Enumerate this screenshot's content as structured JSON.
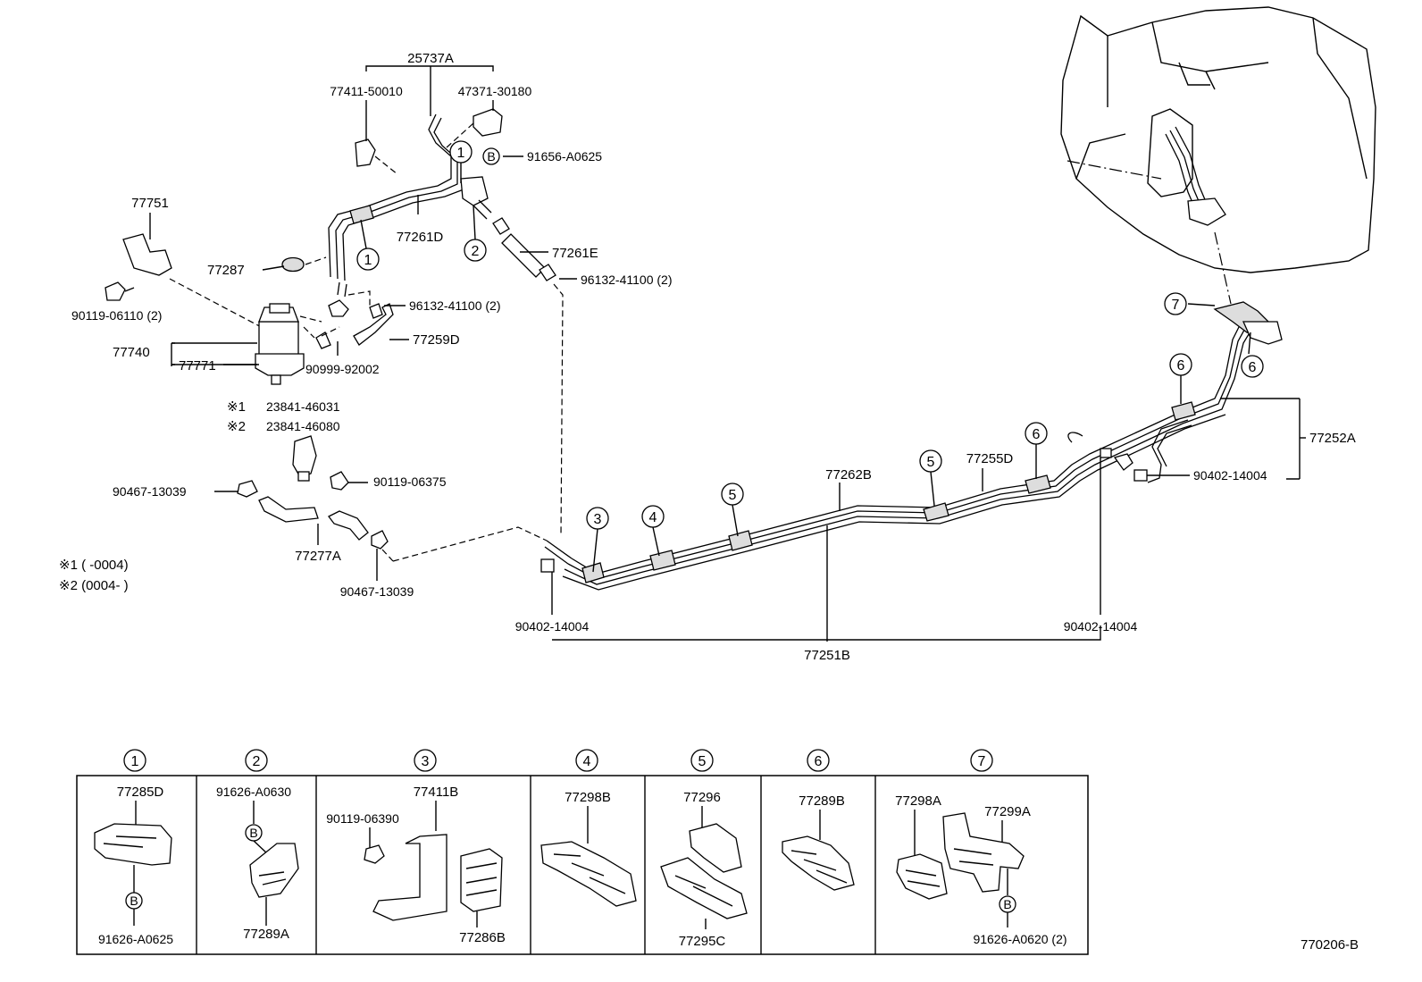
{
  "diagram_id": "770206-B",
  "upper": {
    "p25737A": "25737A",
    "p77411_50010": "77411-50010",
    "p47371_30180": "47371-30180",
    "p91656_A0625": "91656-A0625",
    "p77751": "77751",
    "p77287": "77287",
    "p90119_06110": "90119-06110 (2)",
    "p77261D": "77261D",
    "p77261E": "77261E",
    "p96132_41100_a": "96132-41100 (2)",
    "p96132_41100_b": "96132-41100 (2)",
    "p77259D": "77259D",
    "p77740": "77740",
    "p77771": "77771",
    "p90999_92002": "90999-92002",
    "note1_label": "※1",
    "note1_part": "23841-46031",
    "note2_label": "※2",
    "note2_part": "23841-46080",
    "p90119_06375": "90119-06375",
    "p90467_13039_a": "90467-13039",
    "p90467_13039_b": "90467-13039",
    "p77277A": "77277A",
    "legend1": "※1  (          -0004)",
    "legend2": "※2  (0004-          )",
    "p90402_14004_a": "90402-14004",
    "p90402_14004_b": "90402-14004",
    "p90402_14004_c": "90402-14004",
    "p77251B": "77251B",
    "p77262B": "77262B",
    "p77255D": "77255D",
    "p77252A": "77252A",
    "b_marker": "B"
  },
  "callouts": [
    "1",
    "2",
    "3",
    "4",
    "5",
    "6",
    "7"
  ],
  "detail_panels": [
    {
      "num": "1",
      "parts": [
        "77285D",
        "91626-A0625"
      ]
    },
    {
      "num": "2",
      "parts": [
        "91626-A0630",
        "77289A"
      ]
    },
    {
      "num": "3",
      "parts": [
        "77411B",
        "90119-06390",
        "77286B"
      ]
    },
    {
      "num": "4",
      "parts": [
        "77298B"
      ]
    },
    {
      "num": "5",
      "parts": [
        "77296",
        "77295C"
      ]
    },
    {
      "num": "6",
      "parts": [
        "77289B"
      ]
    },
    {
      "num": "7",
      "parts": [
        "77298A",
        "77299A",
        "91626-A0620 (2)"
      ]
    }
  ]
}
